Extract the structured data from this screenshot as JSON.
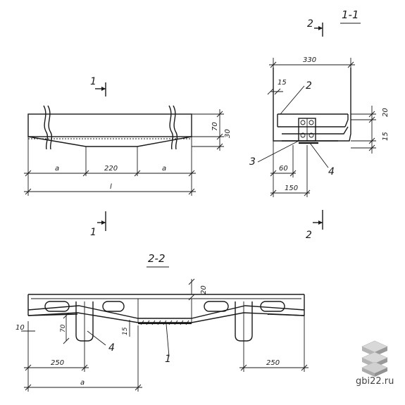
{
  "view1": {
    "dims": {
      "a_left": "a",
      "middle": "220",
      "a_right": "a",
      "length": "l",
      "h70": "70",
      "h30": "30"
    },
    "section_marker": "1"
  },
  "section_1_1": {
    "title": "1-1",
    "cut_marker": "2",
    "dims": {
      "width": "330",
      "d15": "15",
      "d20": "20",
      "d15b": "15",
      "d60": "60",
      "d150": "150"
    },
    "callouts": {
      "c2": "2",
      "c3": "3",
      "c4": "4"
    }
  },
  "section_2_2": {
    "title": "2-2",
    "dims": {
      "d20": "20",
      "d10": "10",
      "d70": "70",
      "d15": "15",
      "left250": "250",
      "right250": "250",
      "a": "a"
    },
    "callouts": {
      "c4": "4",
      "c1": "1"
    }
  },
  "watermark": {
    "text": "gbi22.ru",
    "icon": "stacked-slabs-icon"
  }
}
